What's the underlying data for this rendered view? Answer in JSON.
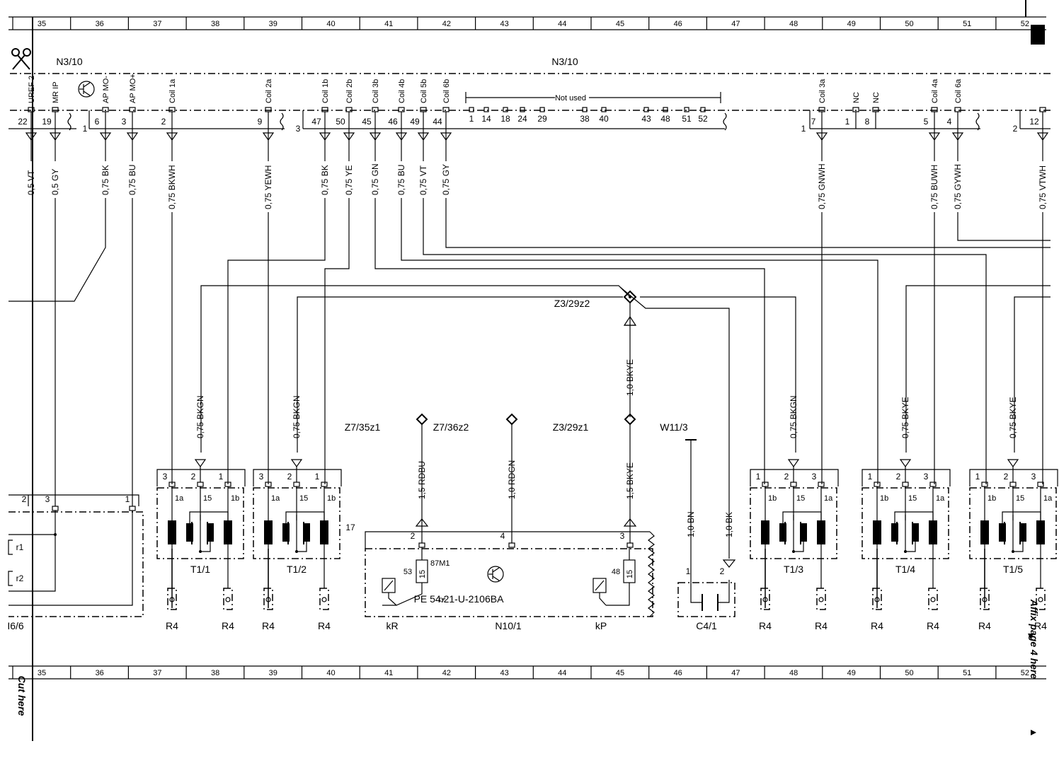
{
  "grid": {
    "columns": [
      "35",
      "36",
      "37",
      "38",
      "39",
      "40",
      "41",
      "42",
      "43",
      "44",
      "45",
      "46",
      "47",
      "48",
      "49",
      "50",
      "51",
      "52"
    ]
  },
  "n3": {
    "label_left": "N3/10",
    "label_center": "N3/10",
    "signals": [
      {
        "label": "UREF 2",
        "pin": "22"
      },
      {
        "label": "MR IP",
        "pin": "19"
      },
      {
        "label": "AP MO-",
        "pin": "6"
      },
      {
        "label": "AP MO+",
        "pin": "3"
      },
      {
        "label": "Coil 1a",
        "pin": "2"
      },
      {
        "label": "Coil 2a",
        "pin": "9"
      },
      {
        "label": "Coil 1b",
        "pin": "47"
      },
      {
        "label": "Coil 2b",
        "pin": "50"
      },
      {
        "label": "Coil 3b",
        "pin": "45"
      },
      {
        "label": "Coil 4b",
        "pin": "46"
      },
      {
        "label": "Coil 5b",
        "pin": "49"
      },
      {
        "label": "Coil 6b",
        "pin": "44"
      },
      {
        "label": "Coil 3a",
        "pin": "7"
      },
      {
        "label": "NC",
        "pin": "1"
      },
      {
        "label": "NC",
        "pin": "8"
      },
      {
        "label": "Coil 4a",
        "pin": "5"
      },
      {
        "label": "Coil 6a",
        "pin": "4"
      },
      {
        "label": "",
        "pin": "12"
      }
    ],
    "connectors": [
      "1",
      "3",
      "1",
      "2"
    ],
    "not_used": {
      "label": "Not used",
      "pins": [
        "1",
        "14",
        "18",
        "24",
        "29",
        "38",
        "40",
        "43",
        "48",
        "51",
        "52"
      ]
    }
  },
  "wires": [
    "0,5 VT",
    "0,5 GY",
    "0,75 BK",
    "0,75 BU",
    "0,75 BKWH",
    "0,75 YEWH",
    "0,75 BK",
    "0,75 YE",
    "0,75 GN",
    "0,75 BU",
    "0,75 VT",
    "0,75 GY",
    "0,75 GNWH",
    "0,75 BUWH",
    "0,75 GYWH",
    "0,75 VTWH"
  ],
  "splices": {
    "z3_29z2": "Z3/29z2",
    "z7_35z1": "Z7/35z1",
    "z7_36z2": "Z7/36z2",
    "z3_29z1": "Z3/29z1",
    "w11_3": "W11/3"
  },
  "branch_wires": {
    "t11_mid": "0,75 BKGN",
    "t12_mid": "0,75 BKGN",
    "t13_mid": "0,75 BKGN",
    "t14_mid": "0,75 BKYE",
    "t15_mid": "0,75 BKYE",
    "z3_upper": "1,0 BKYE",
    "z7_35": "1,5 RDBU",
    "z7_36": "1,0 RDGN",
    "z3_lower": "1,5 BKYE",
    "c4_a": "1,0 BN",
    "c4_b": "1,0 BK"
  },
  "coils": [
    {
      "name": "T1/1",
      "pins": [
        "3",
        "2",
        "1"
      ],
      "subs": [
        "1a",
        "15",
        "1b"
      ]
    },
    {
      "name": "T1/2",
      "pins": [
        "3",
        "2",
        "1"
      ],
      "subs": [
        "1a",
        "15",
        "1b"
      ]
    },
    {
      "name": "T1/3",
      "pins": [
        "1",
        "2",
        "3"
      ],
      "subs": [
        "1b",
        "15",
        "1a"
      ]
    },
    {
      "name": "T1/4",
      "pins": [
        "1",
        "2",
        "3"
      ],
      "subs": [
        "1b",
        "15",
        "1a"
      ]
    },
    {
      "name": "T1/5",
      "pins": [
        "1",
        "2",
        "3"
      ],
      "subs": [
        "1b",
        "15",
        "1a"
      ]
    }
  ],
  "r4": "R4",
  "i6": {
    "name": "I6/6",
    "pins": [
      "2",
      "3",
      "1"
    ],
    "r1": "r1",
    "r2": "r2"
  },
  "n10": {
    "name": "N10/1",
    "connector": "17",
    "pins": [
      "2",
      "4",
      "3"
    ],
    "relay_left": {
      "pin": "53",
      "term": "15",
      "tag": "87M1",
      "label": "kR"
    },
    "relay_right": {
      "pin": "48",
      "term": "15",
      "label": "kP"
    },
    "ref": "PE 54.21-U-2106BA"
  },
  "c4": {
    "name": "C4/1",
    "pins": [
      "1",
      "2"
    ]
  },
  "margin": {
    "cut": "Cut here",
    "affix": "Affix page 4 here"
  }
}
